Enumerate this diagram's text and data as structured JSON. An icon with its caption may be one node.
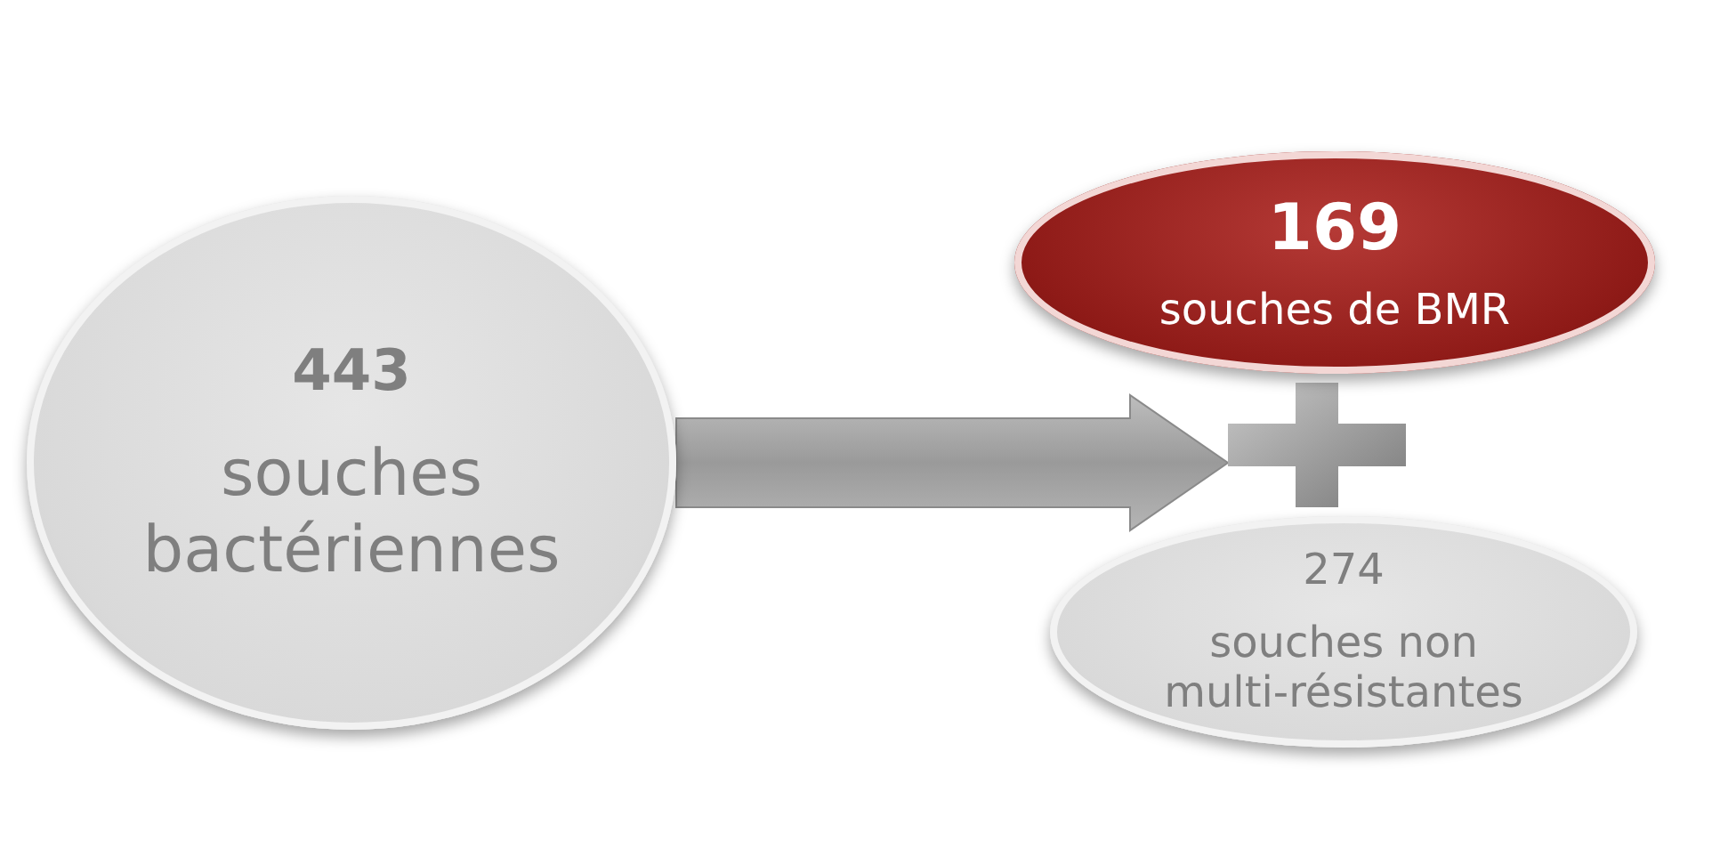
{
  "diagram": {
    "nodes": [
      {
        "text": [
          "443",
          "souches bactériennes"
        ]
      },
      {
        "text": [
          "169",
          "souches de BMR"
        ]
      },
      {
        "text": [
          "274",
          "souches non multi-résistantes"
        ]
      },
      {
        "text": [],
        "shape": "plus"
      }
    ],
    "edges": [
      {
        "from": 0,
        "to": 3,
        "arrow": "to"
      }
    ]
  }
}
